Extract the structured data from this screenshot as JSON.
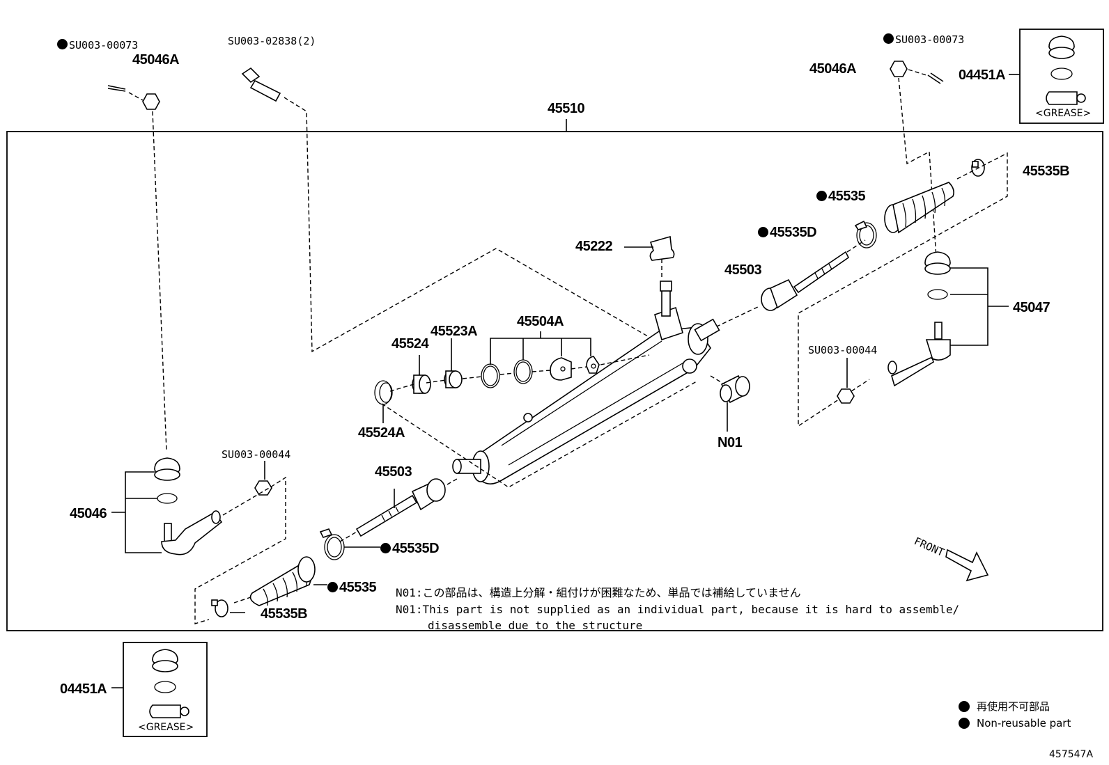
{
  "labels": {
    "su_73_left": "SU003-00073",
    "p45046A_left": "45046A",
    "su_02838": "SU003-02838(2)",
    "p45510": "45510",
    "su_73_right": "SU003-00073",
    "p45046A_right": "45046A",
    "p04451A_top": "04451A",
    "p45535B_right": "45535B",
    "p45535_right": "45535",
    "p45535D_right": "45535D",
    "p45222": "45222",
    "p45503_right": "45503",
    "p45047": "45047",
    "su_44_right": "SU003-00044",
    "p45504A": "45504A",
    "p45523A": "45523A",
    "p45524": "45524",
    "p45524A": "45524A",
    "pN01": "N01",
    "su_44_left": "SU003-00044",
    "p45503_left": "45503",
    "p45046": "45046",
    "p45535D_left": "45535D",
    "p45535_left": "45535",
    "p45535B_left": "45535B",
    "p04451A_bottom": "04451A",
    "grease_top": "<GREASE>",
    "grease_bottom": "<GREASE>",
    "front": "FRONT"
  },
  "notes": {
    "jp": "N01:この部品は、構造上分解・組付けが困難なため、単品では補給していません",
    "en_line1": "N01:This part is not supplied as an individual part, because it is hard to assemble/",
    "en_line2": "disassemble due to the structure"
  },
  "legend": {
    "jp": "再使用不可部品",
    "en": "Non-reusable part"
  },
  "figure_id": "457547A"
}
